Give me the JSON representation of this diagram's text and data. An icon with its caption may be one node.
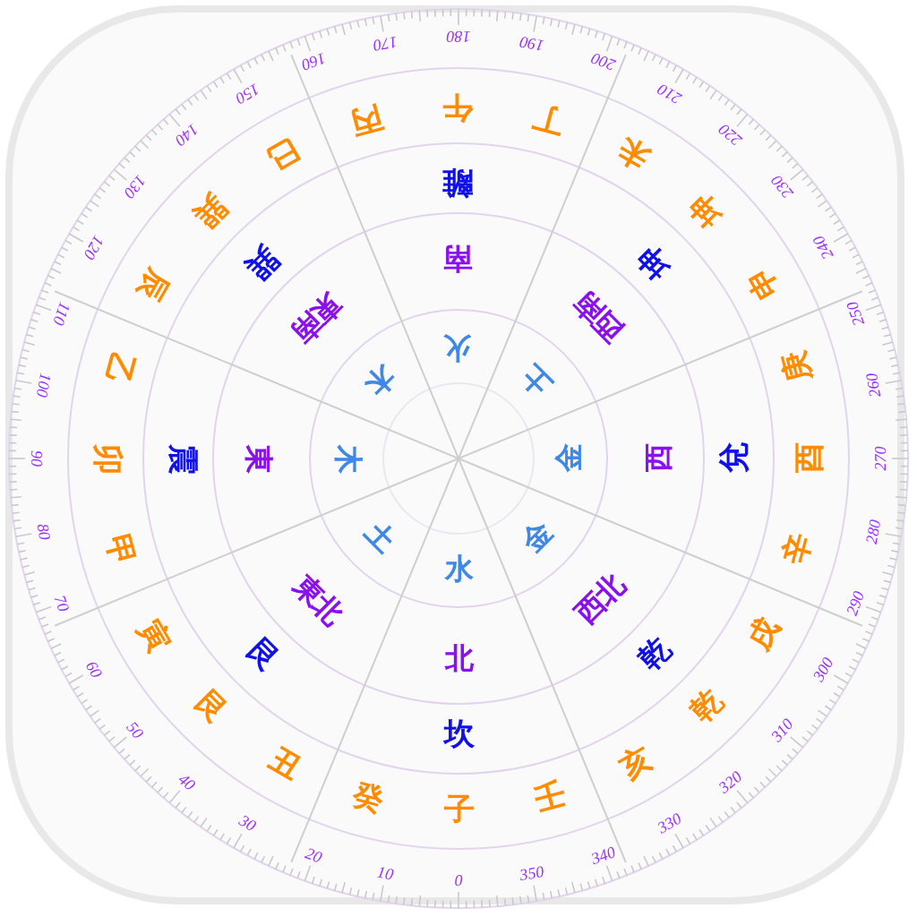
{
  "diagram": {
    "labels": [
      "水",
      "土",
      "木",
      "木",
      "火",
      "土",
      "金",
      "金",
      "北",
      "東北",
      "東",
      "東南",
      "南",
      "西南",
      "西",
      "西北",
      "坎",
      "艮",
      "震",
      "巽",
      "離",
      "坤",
      "兌",
      "乾",
      "子",
      "癸",
      "丑",
      "艮",
      "寅",
      "甲",
      "卯",
      "乙",
      "辰",
      "巽",
      "巳",
      "丙",
      "午",
      "丁",
      "未",
      "坤",
      "申",
      "庚",
      "酉",
      "辛",
      "戌",
      "乾",
      "亥",
      "壬",
      "0",
      "10",
      "20",
      "30",
      "40",
      "50",
      "60",
      "70",
      "80",
      "90",
      "100",
      "110",
      "120",
      "130",
      "140",
      "150",
      "160",
      "170",
      "180",
      "190",
      "200",
      "210",
      "220",
      "230",
      "240",
      "250",
      "260",
      "270",
      "280",
      "290",
      "300",
      "310",
      "320",
      "330",
      "340",
      "350"
    ]
  }
}
